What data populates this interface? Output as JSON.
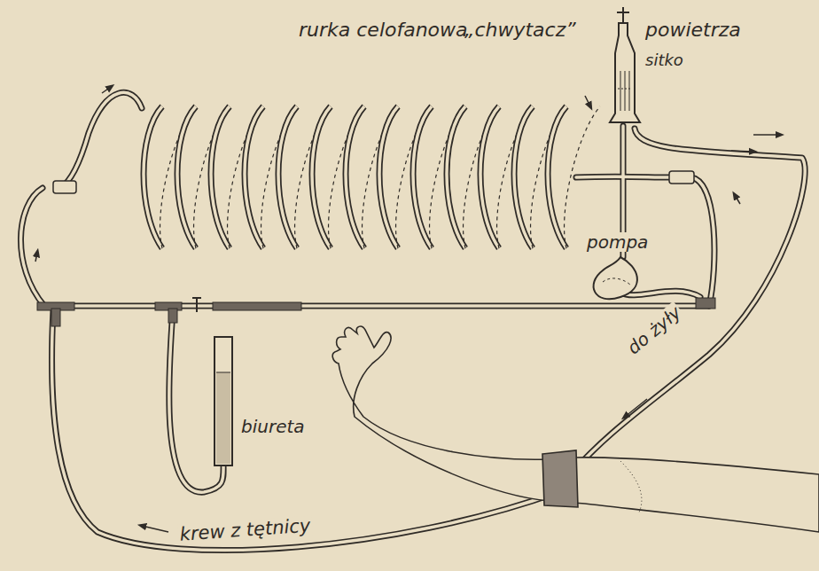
{
  "diagram": {
    "labels": [
      "rurka celofanowa",
      "„chwytacz”",
      "powietrza",
      "sitko",
      "pompa",
      "biureta",
      "do żyły",
      "krew z tętnicy"
    ]
  }
}
